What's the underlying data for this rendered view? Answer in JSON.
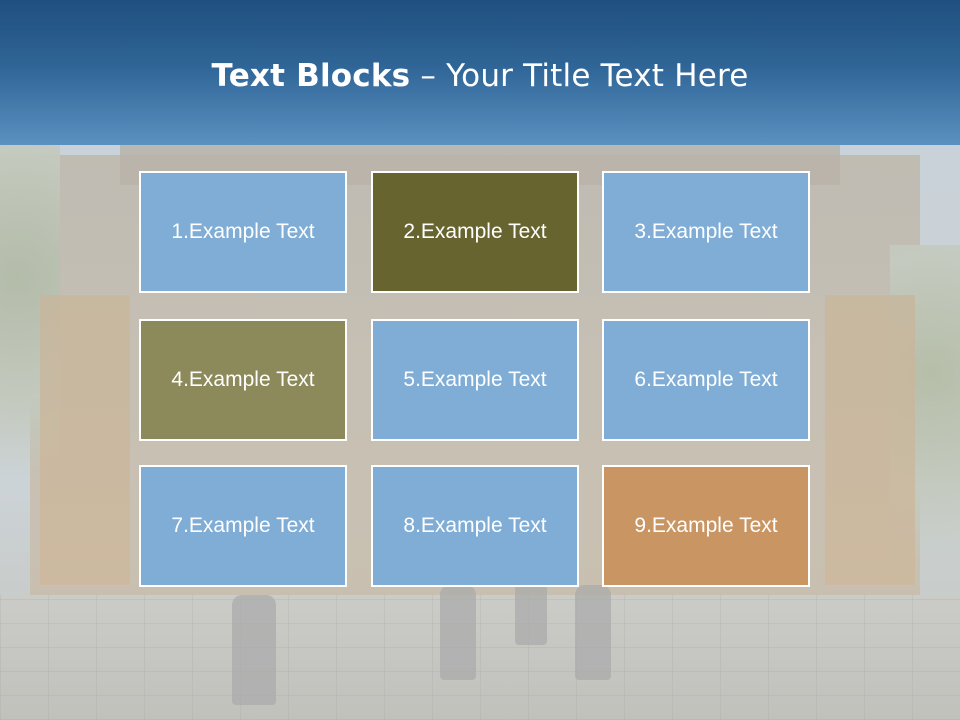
{
  "header": {
    "title_bold": "Text Blocks",
    "title_rest": " – Your Title Text Here"
  },
  "colors": {
    "header_dark": "#1f4f7f",
    "header_light": "#5a91c1",
    "block_blue": "#7fadd5",
    "block_olive_dark": "#676430",
    "block_olive": "#8c895b",
    "block_orange": "#c99562",
    "block_border": "#ffffff"
  },
  "blocks": [
    {
      "label": "1.Example Text",
      "color": "block_blue"
    },
    {
      "label": "2.Example Text",
      "color": "block_olive_dark"
    },
    {
      "label": "3.Example Text",
      "color": "block_blue"
    },
    {
      "label": "4.Example Text",
      "color": "block_olive"
    },
    {
      "label": "5.Example Text",
      "color": "block_blue"
    },
    {
      "label": "6.Example Text",
      "color": "block_blue"
    },
    {
      "label": "7.Example Text",
      "color": "block_blue"
    },
    {
      "label": "8.Example Text",
      "color": "block_blue"
    },
    {
      "label": "9.Example Text",
      "color": "block_orange"
    }
  ]
}
